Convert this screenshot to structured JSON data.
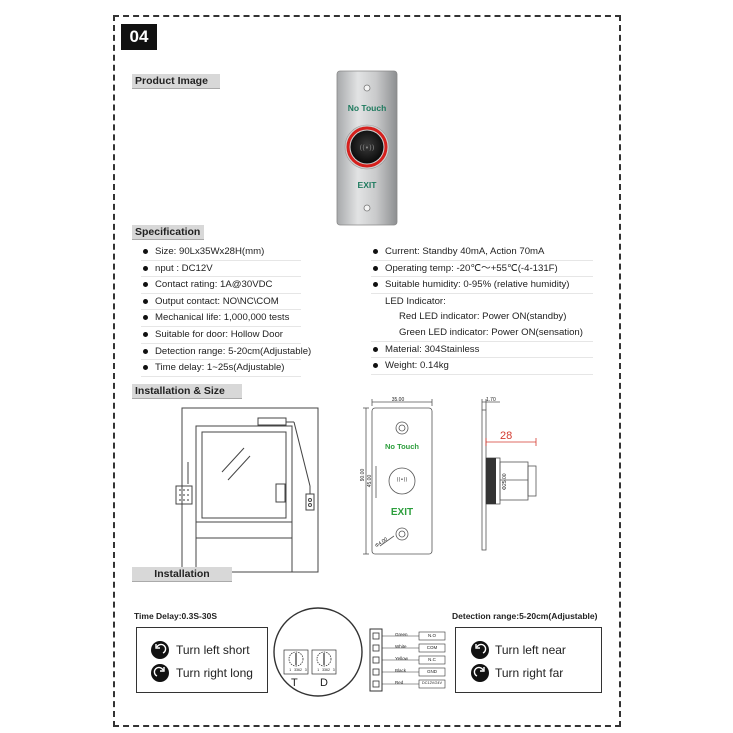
{
  "page": {
    "badge": "04",
    "sections": {
      "product_image": "Product Image",
      "specification": "Specification",
      "installation_size": "Installation & Size",
      "installation": "Installation"
    }
  },
  "product": {
    "top_label": "No Touch",
    "bottom_label": "EXIT"
  },
  "spec_left": [
    "Size: 90Lx35Wx28H(mm)",
    "nput : DC12V",
    "Contact rating: 1A@30VDC",
    "Output contact:  NO\\NC\\COM",
    "Mechanical life: 1,000,000 tests",
    "Suitable for door: Hollow Door",
    "Detection range: 5-20cm(Adjustable)",
    "Time delay: 1~25s(Adjustable)"
  ],
  "spec_right": {
    "current": "Current: Standby 40mA, Action 70mA",
    "operating_temp": "Operating temp: -20℃～+55℃(-4-131F)",
    "humidity": "Suitable humidity: 0-95% (relative humidity)",
    "led_heading": "LED Indicator:",
    "led_red": "Red LED indicator: Power ON(standby)",
    "led_green": "Green LED indicator: Power ON(sensation)",
    "material": "Material: 304Stainless",
    "weight": "Weight: 0.14kg"
  },
  "dimensions": {
    "width": "35.00",
    "height": "90.00",
    "inner_height": "45.00",
    "hole": "Φ4.00",
    "plate": "1.70",
    "depth": "28",
    "sensor": "Φ25.00",
    "front_top": "No Touch",
    "front_bottom": "EXIT"
  },
  "installation": {
    "time_delay_label": "Time Delay:0.3S-30S",
    "detection_label": "Detection range:5-20cm(Adjustable)",
    "left_options": [
      "Turn left short",
      "Turn right long"
    ],
    "right_options": [
      "Turn left near",
      "Turn right far"
    ],
    "dial_scale": "1   3362   3",
    "dial_t": "T",
    "dial_d": "D",
    "wires": [
      {
        "color": "Green",
        "label": "N.O"
      },
      {
        "color": "White",
        "label": "COM"
      },
      {
        "color": "Yellow",
        "label": "N.C"
      },
      {
        "color": "Black",
        "label": "GND"
      },
      {
        "color": "Red",
        "label": "DC12V/24V"
      }
    ]
  }
}
